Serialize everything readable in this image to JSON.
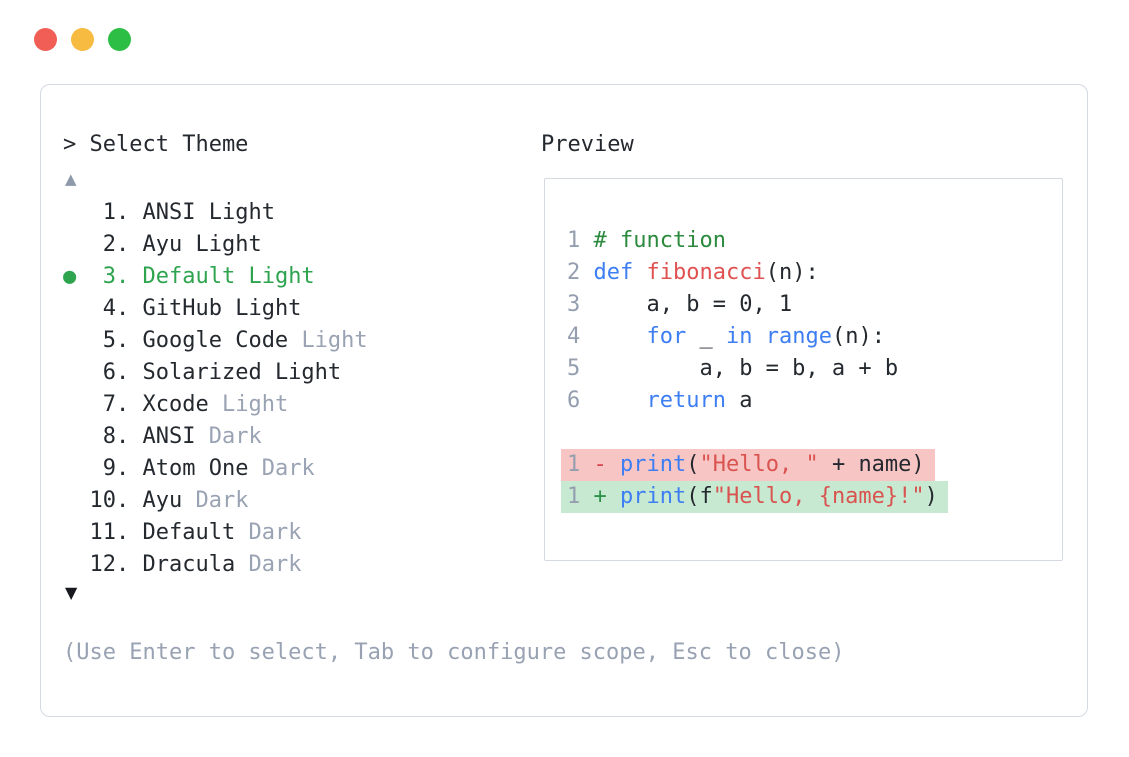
{
  "window": {
    "traffic_lights": [
      {
        "name": "close",
        "color": "#f15e56"
      },
      {
        "name": "minimize",
        "color": "#f6bb40"
      },
      {
        "name": "maximize",
        "color": "#2dbe46"
      }
    ]
  },
  "theme_picker": {
    "prompt": "> Select Theme",
    "scroll_up_indicator": "▲",
    "scroll_down_indicator": "▼",
    "selected_bullet": "●",
    "selected_color": "#2ea44f",
    "muted_color": "#9aa3b4",
    "items": [
      {
        "number": "1",
        "name": "ANSI",
        "variant": "Light",
        "variant_muted": false,
        "selected": false
      },
      {
        "number": "2",
        "name": "Ayu",
        "variant": "Light",
        "variant_muted": false,
        "selected": false
      },
      {
        "number": "3",
        "name": "Default",
        "variant": "Light",
        "variant_muted": false,
        "selected": true
      },
      {
        "number": "4",
        "name": "GitHub",
        "variant": "Light",
        "variant_muted": false,
        "selected": false
      },
      {
        "number": "5",
        "name": "Google Code",
        "variant": "Light",
        "variant_muted": true,
        "selected": false
      },
      {
        "number": "6",
        "name": "Solarized",
        "variant": "Light",
        "variant_muted": false,
        "selected": false
      },
      {
        "number": "7",
        "name": "Xcode",
        "variant": "Light",
        "variant_muted": true,
        "selected": false
      },
      {
        "number": "8",
        "name": "ANSI",
        "variant": "Dark",
        "variant_muted": true,
        "selected": false
      },
      {
        "number": "9",
        "name": "Atom One",
        "variant": "Dark",
        "variant_muted": true,
        "selected": false
      },
      {
        "number": "10",
        "name": "Ayu",
        "variant": "Dark",
        "variant_muted": true,
        "selected": false
      },
      {
        "number": "11",
        "name": "Default",
        "variant": "Dark",
        "variant_muted": true,
        "selected": false
      },
      {
        "number": "12",
        "name": "Dracula",
        "variant": "Dark",
        "variant_muted": true,
        "selected": false
      }
    ],
    "help_text": "(Use Enter to select, Tab to configure scope, Esc to close)"
  },
  "preview": {
    "title": "Preview",
    "code_lines": [
      {
        "number": "1",
        "tokens": [
          {
            "style": "comment",
            "text": "# function"
          }
        ]
      },
      {
        "number": "2",
        "tokens": [
          {
            "style": "keyword",
            "text": "def"
          },
          {
            "style": "plain",
            "text": " "
          },
          {
            "style": "function",
            "text": "fibonacci"
          },
          {
            "style": "plain",
            "text": "(n):"
          }
        ]
      },
      {
        "number": "3",
        "tokens": [
          {
            "style": "plain",
            "text": "    a, b = 0, 1"
          }
        ]
      },
      {
        "number": "4",
        "tokens": [
          {
            "style": "plain",
            "text": "    "
          },
          {
            "style": "keyword",
            "text": "for"
          },
          {
            "style": "plain",
            "text": " _ "
          },
          {
            "style": "keyword",
            "text": "in"
          },
          {
            "style": "plain",
            "text": " "
          },
          {
            "style": "keyword",
            "text": "range"
          },
          {
            "style": "plain",
            "text": "(n):"
          }
        ]
      },
      {
        "number": "5",
        "tokens": [
          {
            "style": "plain",
            "text": "        a, b = b, a + b"
          }
        ]
      },
      {
        "number": "6",
        "tokens": [
          {
            "style": "plain",
            "text": "    "
          },
          {
            "style": "keyword",
            "text": "return"
          },
          {
            "style": "plain",
            "text": " a"
          }
        ]
      }
    ],
    "diff_lines": [
      {
        "number": "1",
        "kind": "deletion",
        "tokens": [
          {
            "style": "del-sign",
            "text": "- "
          },
          {
            "style": "keyword",
            "text": "print"
          },
          {
            "style": "plain",
            "text": "("
          },
          {
            "style": "string",
            "text": "\"Hello, \""
          },
          {
            "style": "plain",
            "text": " + name)"
          }
        ]
      },
      {
        "number": "1",
        "kind": "addition",
        "tokens": [
          {
            "style": "add-sign",
            "text": "+ "
          },
          {
            "style": "keyword",
            "text": "print"
          },
          {
            "style": "plain",
            "text": "(f"
          },
          {
            "style": "string",
            "text": "\"Hello, {name}!\""
          },
          {
            "style": "plain",
            "text": ")"
          }
        ]
      }
    ]
  },
  "colors": {
    "panel_border": "#d4d9e2",
    "text": "#24292f",
    "line_number": "#949eae",
    "comment": "#2b8a3e",
    "keyword": "#3d7ef2",
    "function_name": "#e05252",
    "string": "#d9534f",
    "diff_del_bg": "#f8c5c5",
    "diff_add_bg": "#c7e9d2",
    "scroll_up": "#8e99aa",
    "scroll_down": "#16181d"
  }
}
